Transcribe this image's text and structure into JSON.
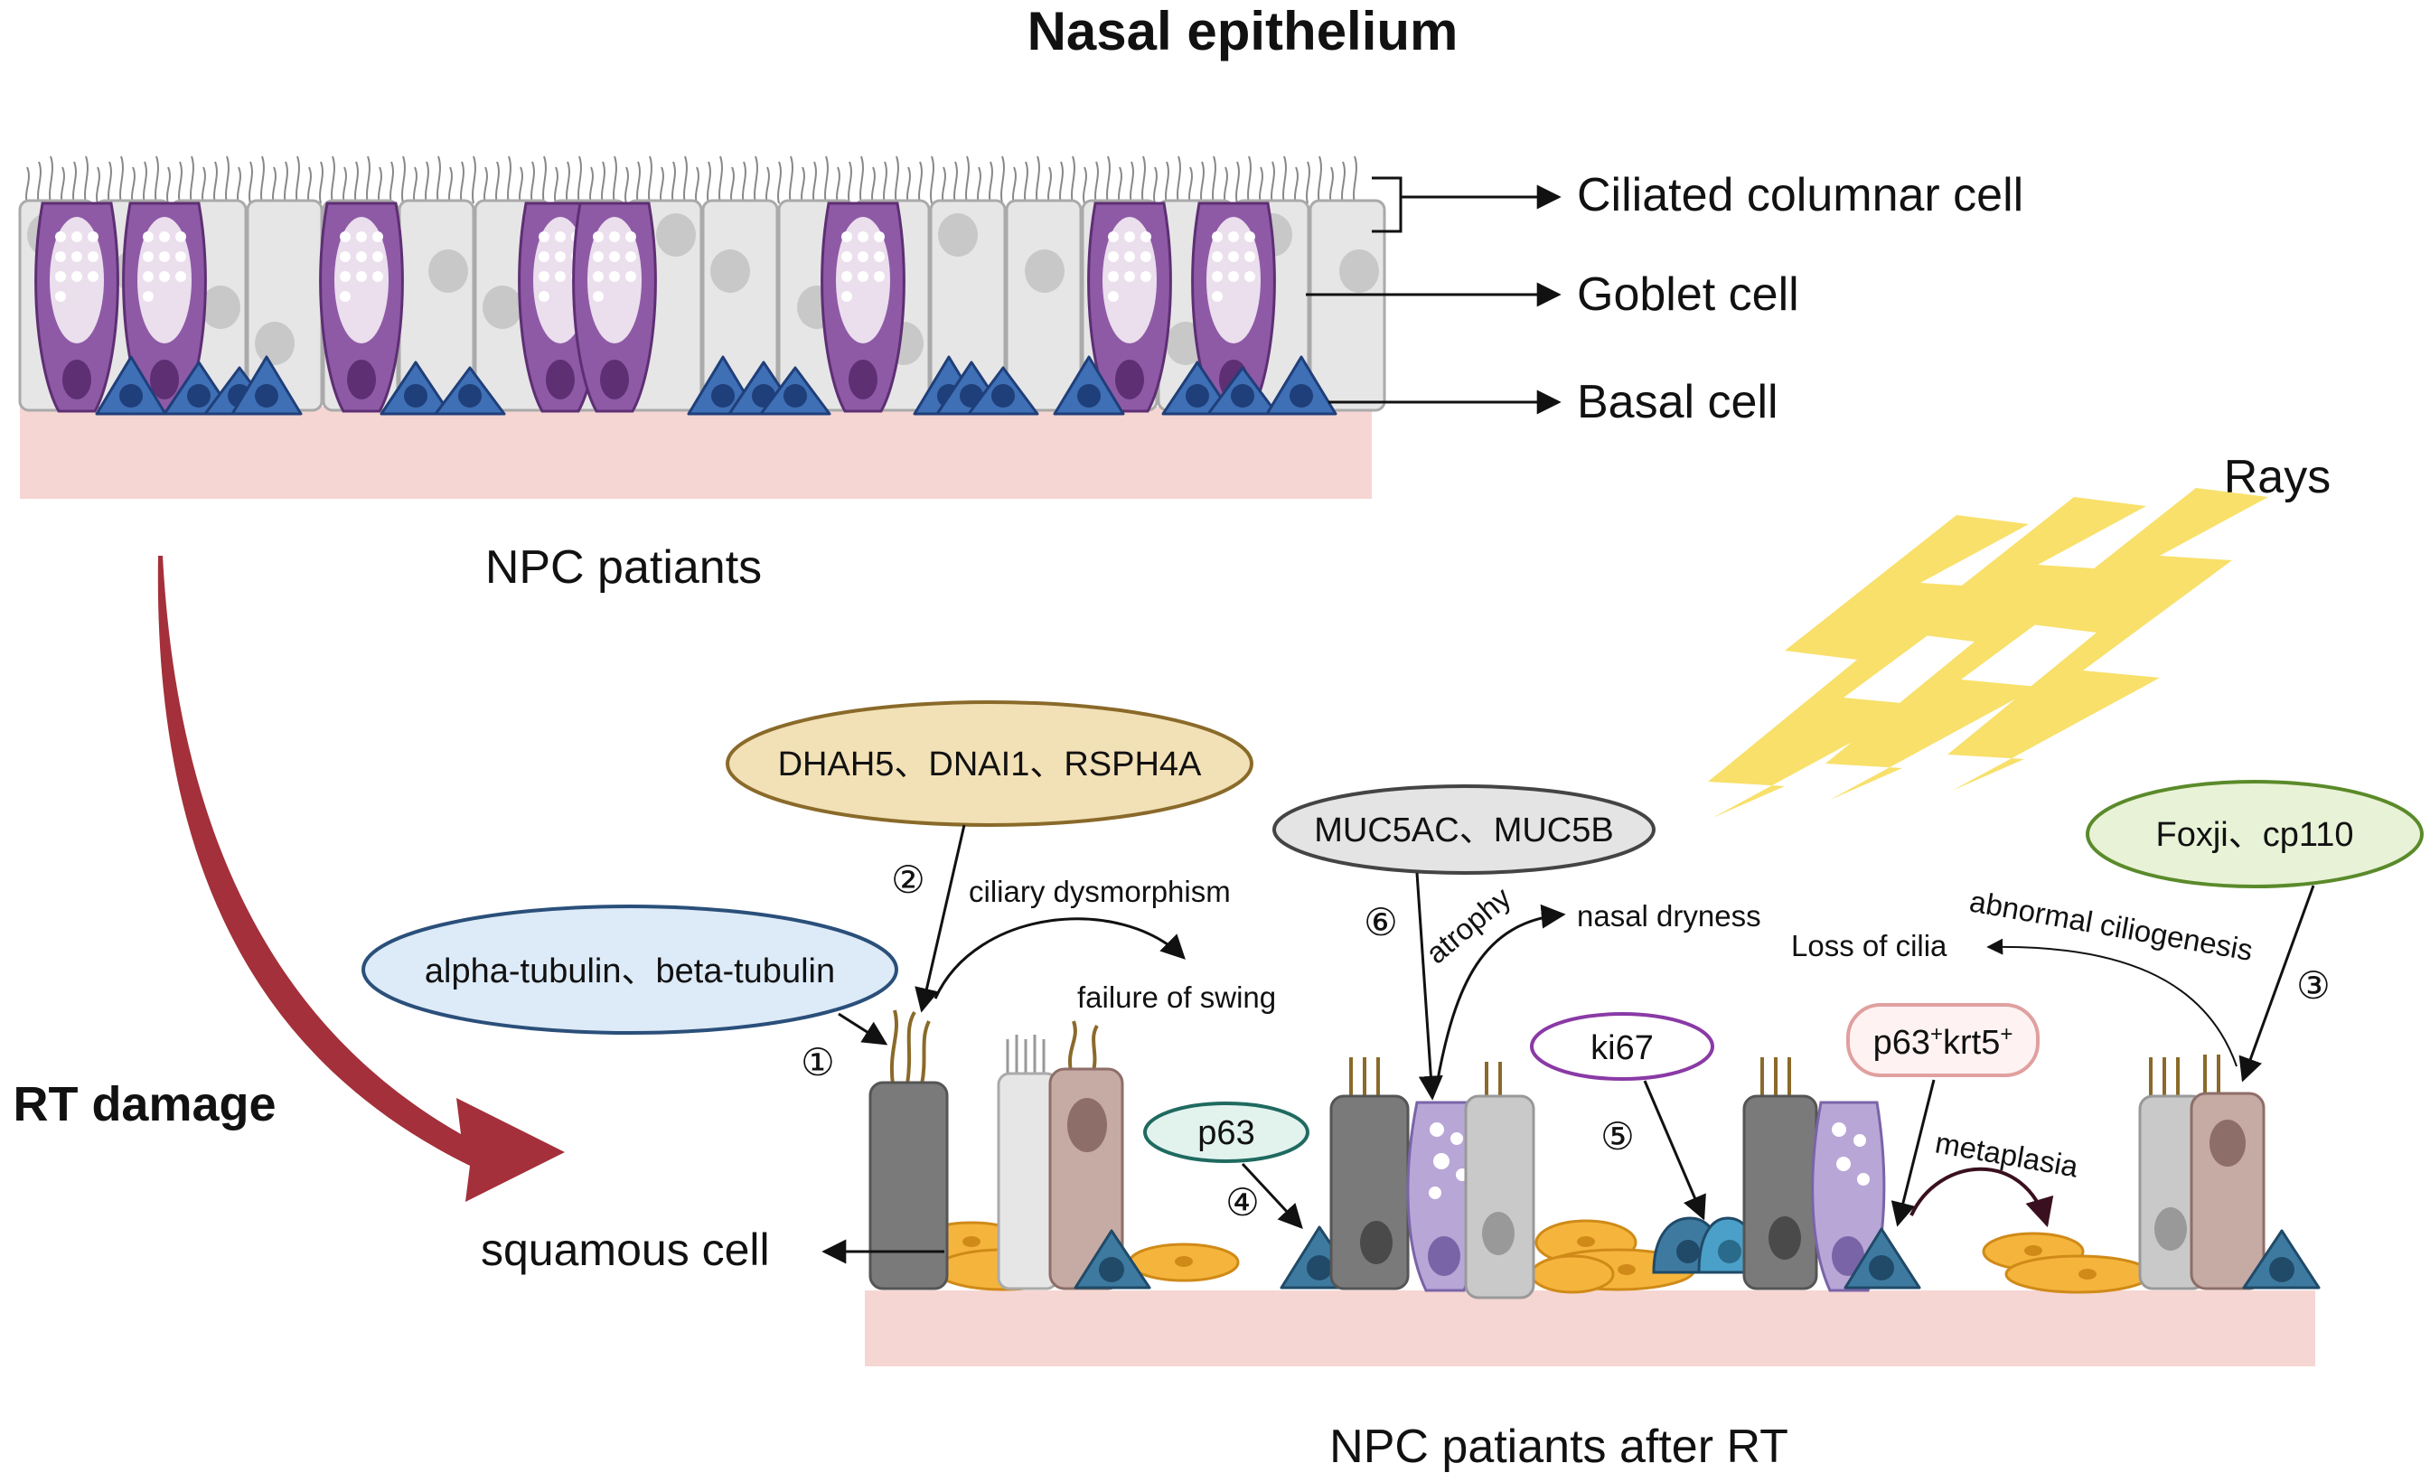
{
  "title": "Nasal epithelium",
  "sections": {
    "before_caption": "NPC patiants",
    "after_caption": "NPC patiants after RT",
    "rt_damage": "RT damage",
    "rays": "Rays"
  },
  "cell_labels": {
    "ciliated": "Ciliated columnar cell",
    "goblet": "Goblet cell",
    "basal": "Basal cell",
    "squamous": "squamous cell"
  },
  "markers": {
    "m1": "alpha-tubulin、beta-tubulin",
    "m2": "DHAH5、DNAI1、RSPH4A",
    "m3": "Foxji、cp110",
    "m4": "p63",
    "m5": "ki67",
    "m6": "MUC5AC、MUC5B",
    "p63krt5": {
      "a": "p63",
      "b": "+",
      "c": "krt5",
      "d": "+"
    }
  },
  "numbers": {
    "n1": "①",
    "n2": "②",
    "n3": "③",
    "n4": "④",
    "n5": "⑤",
    "n6": "⑥"
  },
  "effects": {
    "ciliary": "ciliary dysmorphism",
    "swing": "failure of swing",
    "atrophy": "atrophy",
    "dryness": "nasal dryness",
    "loss_cilia": "Loss of cilia",
    "abnormal": "abnormal ciliogenesis",
    "metaplasia": "metaplasia"
  },
  "colors": {
    "goblet": "#8e5aa6",
    "goblet_dark": "#5e2f73",
    "basal": "#3f6fb5",
    "basal_dark": "#1f3f7a",
    "ciliated": "#e6e6e6",
    "tissue": "#f6d6d2",
    "squamous": "#f5b53c",
    "arrow_red": "#a3303a",
    "lightning": "#f8e06a"
  }
}
